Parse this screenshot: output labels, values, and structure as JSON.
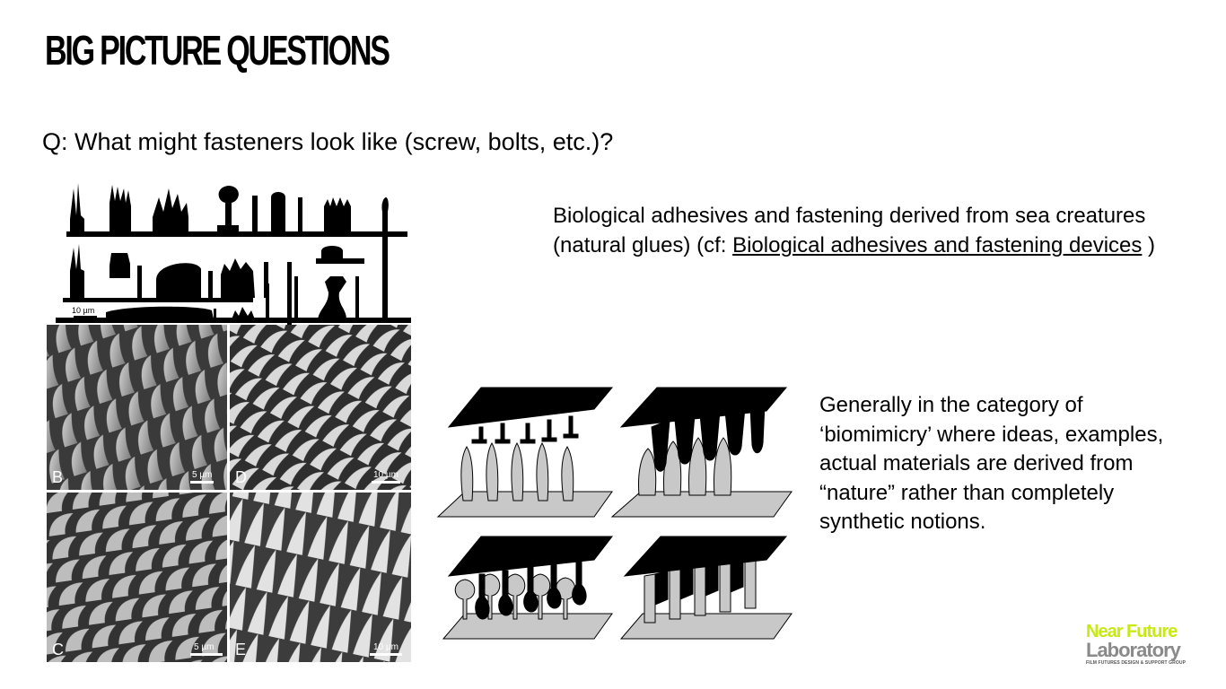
{
  "slide": {
    "title": "BIG PICTURE QUESTIONS",
    "question": "Q: What might fasteners look like (screw, bolts, etc.)?",
    "paragraph1": {
      "prefix": " Biological adhesives and fastening derived from sea creatures (natural glues) (cf: ",
      "link_text": "Biological adhesives and fastening devices",
      "suffix": " )"
    },
    "paragraph2": "Generally in the category of ‘biomimicry’ where ideas, examples, actual materials are derived from “nature” rather than completely synthetic notions."
  },
  "figure_left": {
    "scale_bar_label": "10 µm",
    "panels": [
      {
        "letter": "B",
        "scale": "5 µm"
      },
      {
        "letter": "D",
        "scale": "10 µm"
      },
      {
        "letter": "C",
        "scale": "5 µm"
      },
      {
        "letter": "E",
        "scale": "10 µm"
      }
    ]
  },
  "logo": {
    "line1": "Near Future",
    "line2": "Laboratory",
    "line3": "FILM FUTURES DESIGN & SUPPORT GROUP"
  },
  "colors": {
    "logo_green": "#c7ea12",
    "logo_gray": "#8a8a8a"
  }
}
